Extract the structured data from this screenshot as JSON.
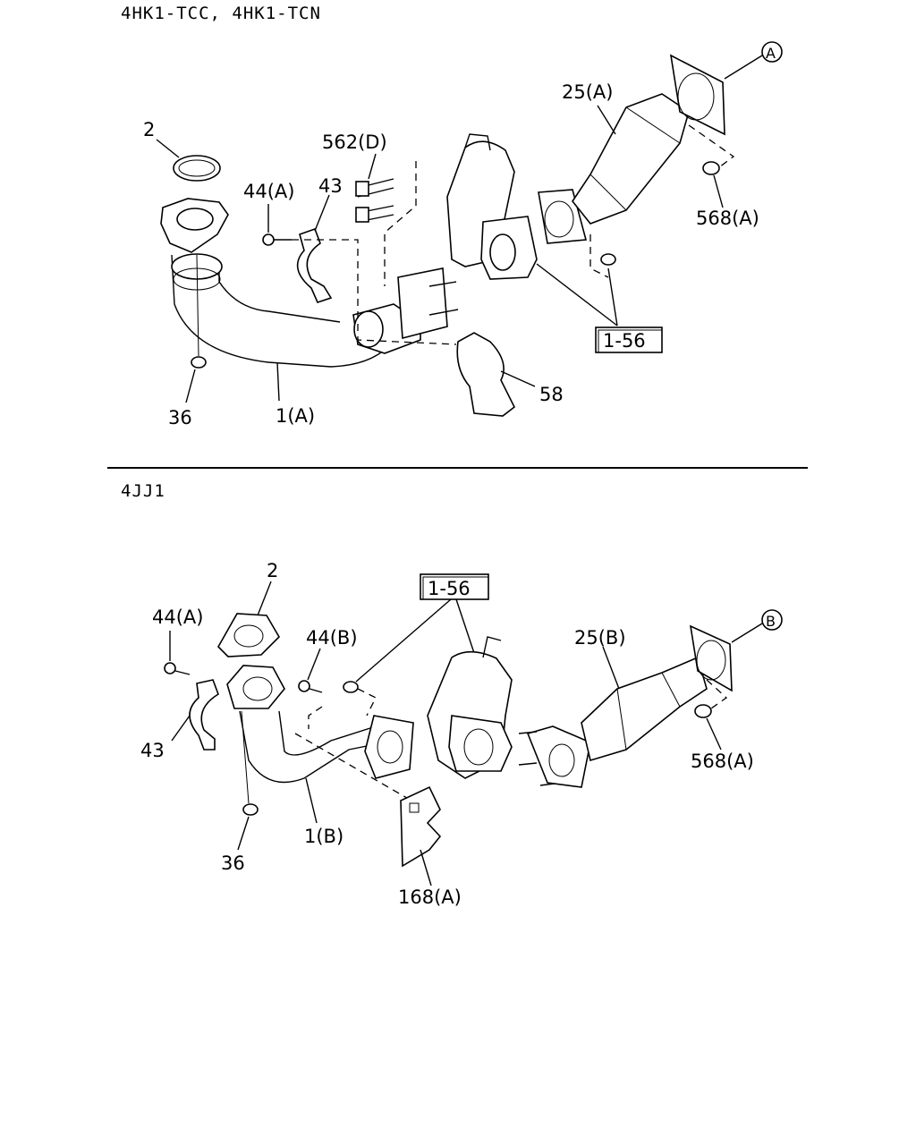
{
  "sections": [
    {
      "title": "4HK1-TCC, 4HK1-TCN",
      "callouts": {
        "gasket": "2",
        "bolt": "44(A)",
        "clamp": "43",
        "stud": "562(D)",
        "front_pipe": "1(A)",
        "nut": "36",
        "bracket": "58",
        "converter": "25(A)",
        "converter_nut": "568(A)",
        "ref_group": "1-56",
        "connector": "A"
      }
    },
    {
      "title": "4JJ1",
      "callouts": {
        "gasket": "2",
        "bolt_a": "44(A)",
        "bolt_b": "44(B)",
        "clamp": "43",
        "front_pipe": "1(B)",
        "nut": "36",
        "bracket": "168(A)",
        "converter": "25(B)",
        "converter_nut": "568(A)",
        "ref_group": "1-56",
        "connector": "B"
      }
    }
  ]
}
